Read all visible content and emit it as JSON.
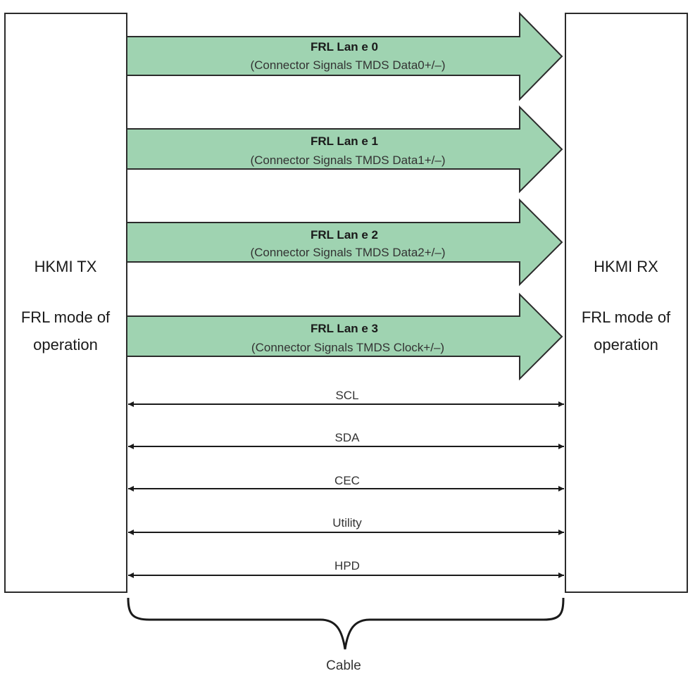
{
  "tx": {
    "title": "HKMI TX",
    "mode_line1": "FRL mode of",
    "mode_line2": "operation"
  },
  "rx": {
    "title": "HKMI RX",
    "mode_line1": "FRL mode of",
    "mode_line2": "operation"
  },
  "lanes": [
    {
      "title": "FRL Lan e 0",
      "subtitle": "(Connector Signals TMDS Data0+/–)"
    },
    {
      "title": "FRL Lan e 1",
      "subtitle": "(Connector Signals TMDS Data1+/–)"
    },
    {
      "title": "FRL Lan e 2",
      "subtitle": "(Connector Signals TMDS Data2+/–)"
    },
    {
      "title": "FRL Lan e 3",
      "subtitle": "(Connector Signals TMDS Clock+/–)"
    }
  ],
  "signals": [
    "SCL",
    "SDA",
    "CEC",
    "Utility",
    "HPD"
  ],
  "cable_label": "Cable",
  "colors": {
    "lane_fill": "#9fd3b1",
    "stroke": "#2b2b2b"
  }
}
